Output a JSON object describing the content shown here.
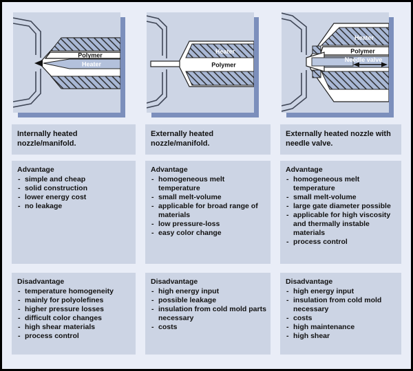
{
  "colors": {
    "page_bg": "#e9edf7",
    "border": "#000000",
    "box_bg": "#ccd4e4",
    "panel_bg": "#cdd5e5",
    "panel_shadow": "#7c8fbc",
    "hatch_fill": "#a9b8d5",
    "heater_fill": "#b3c1dc",
    "label_white": "#ffffff",
    "label_black": "#111111"
  },
  "columns": [
    {
      "diagram": {
        "polymer_label": "Polymer",
        "heater_label": "Heater"
      },
      "description": "Internally heated nozzle/manifold.",
      "advantage": {
        "heading": "Advantage",
        "items": [
          "simple and cheap",
          "solid construction",
          "lower energy cost",
          "no leakage"
        ]
      },
      "disadvantage": {
        "heading": "Disadvantage",
        "items": [
          "temperature homogeneity",
          "mainly for polyolefines",
          "higher pressure losses",
          "difficult color changes",
          "high shear  materials",
          "process control"
        ]
      }
    },
    {
      "diagram": {
        "polymer_label": "Polymer",
        "heater_label": "Heater"
      },
      "description": "Externally heated nozzle/manifold.",
      "advantage": {
        "heading": "Advantage",
        "items": [
          "homogeneous melt temperature",
          "small melt-volume",
          "applicable for broad range of materials",
          "low pressure-loss",
          "easy color change"
        ]
      },
      "disadvantage": {
        "heading": "Disadvantage",
        "items": [
          "high energy input",
          "possible leakage",
          "insulation from cold mold parts necessary",
          "costs"
        ]
      }
    },
    {
      "diagram": {
        "polymer_label": "Polymer",
        "heater_label": "Heater",
        "needle_valve_label": "Needle valve"
      },
      "description": "Externally heated nozzle with needle valve.",
      "advantage": {
        "heading": "Advantage",
        "items": [
          "homogeneous melt temperature",
          "small melt-volume",
          "large gate diameter possible",
          "applicable for high viscosity and thermally instable materials",
          "process control"
        ]
      },
      "disadvantage": {
        "heading": "Disadvantage",
        "items": [
          "high energy input",
          "insulation from cold mold necessary",
          "costs",
          "high maintenance",
          "high shear"
        ]
      }
    }
  ]
}
